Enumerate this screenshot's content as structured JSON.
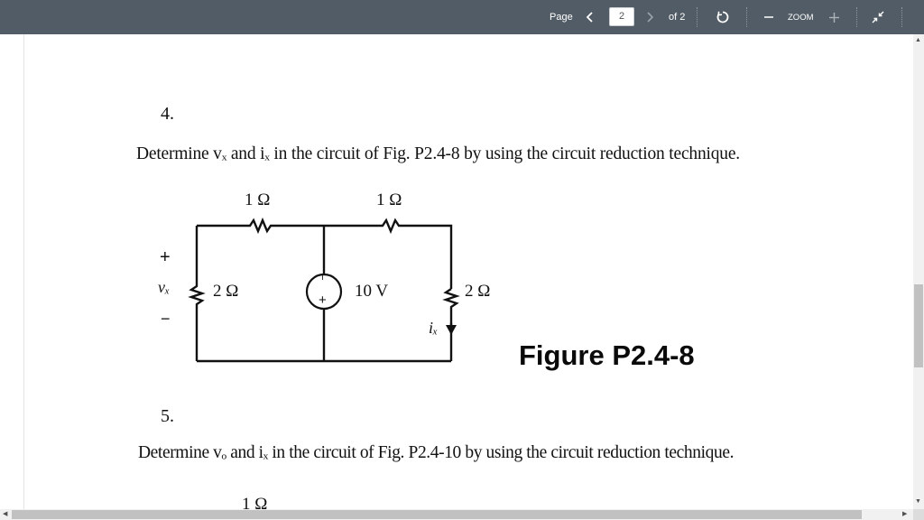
{
  "toolbar": {
    "page_label": "Page",
    "page_value": "2",
    "of_label": "of 2",
    "zoom_label": "ZOOM",
    "icons": [
      "chevron-left-icon",
      "chevron-right-icon",
      "rotate-icon",
      "minus-icon",
      "plus-icon",
      "collapse-icon"
    ]
  },
  "document": {
    "q4_number": "4.",
    "q4_text": "Determine vₓ and iₓ in the circuit of Fig. P2.4-8 by using the circuit reduction technique.",
    "figure": {
      "res_top_left": "1 Ω",
      "res_top_right": "1 Ω",
      "res_left": "2 Ω",
      "res_right": "2 Ω",
      "source_value": "10 V",
      "plus_sign": "+",
      "minus_sign": "−",
      "vx_label": "vₓ",
      "ix_label": "iₓ",
      "caption": "Figure  P2.4-8"
    },
    "q5_number": "5.",
    "q5_text": "Determine vₒ and iₓ in the circuit of Fig. P2.4-10 by using the circuit reduction technique.",
    "q5_partial": "1 Ω"
  },
  "colors": {
    "toolbar_bg": "#525c66",
    "page_bg": "#ffffff",
    "ink": "#111111"
  }
}
